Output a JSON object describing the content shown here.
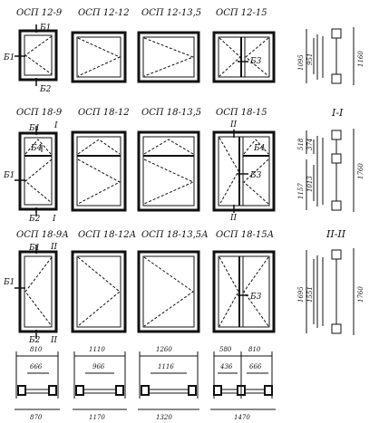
{
  "rows": [
    {
      "titles": [
        "ОСП 12-9",
        "ОСП 12-12",
        "ОСП 12-13,5",
        "ОСП 12-15"
      ],
      "dims": [
        "1095",
        "951",
        "1160"
      ]
    },
    {
      "titles": [
        "ОСП 18-9",
        "ОСП 18-12",
        "ОСП 18-13,5",
        "ОСП 18-15"
      ],
      "dims": [
        "518",
        "374",
        "1157",
        "1013",
        "1760"
      ]
    },
    {
      "titles": [
        "ОСП 18-9А",
        "ОСП 18-12А",
        "ОСП 18-13,5А",
        "ОСП 18-15А"
      ],
      "dims": [
        "1695",
        "1551",
        "1760"
      ]
    }
  ],
  "marks": {
    "b1": "Б1",
    "b2": "Б2",
    "b3": "Б3",
    "b4": "Б4",
    "i": "I",
    "ii": "II"
  },
  "sections": {
    "i": "I-I",
    "ii": "II-II"
  },
  "plans": [
    {
      "outer": "810",
      "inner": "666",
      "bottom": "870"
    },
    {
      "outer": "1110",
      "inner": "966",
      "bottom": "1170"
    },
    {
      "outer": "1260",
      "inner": "1116",
      "bottom": "1320"
    },
    {
      "left": "580",
      "right": "810",
      "inner_left": "436",
      "inner_right": "666",
      "bottom": "1470"
    }
  ]
}
